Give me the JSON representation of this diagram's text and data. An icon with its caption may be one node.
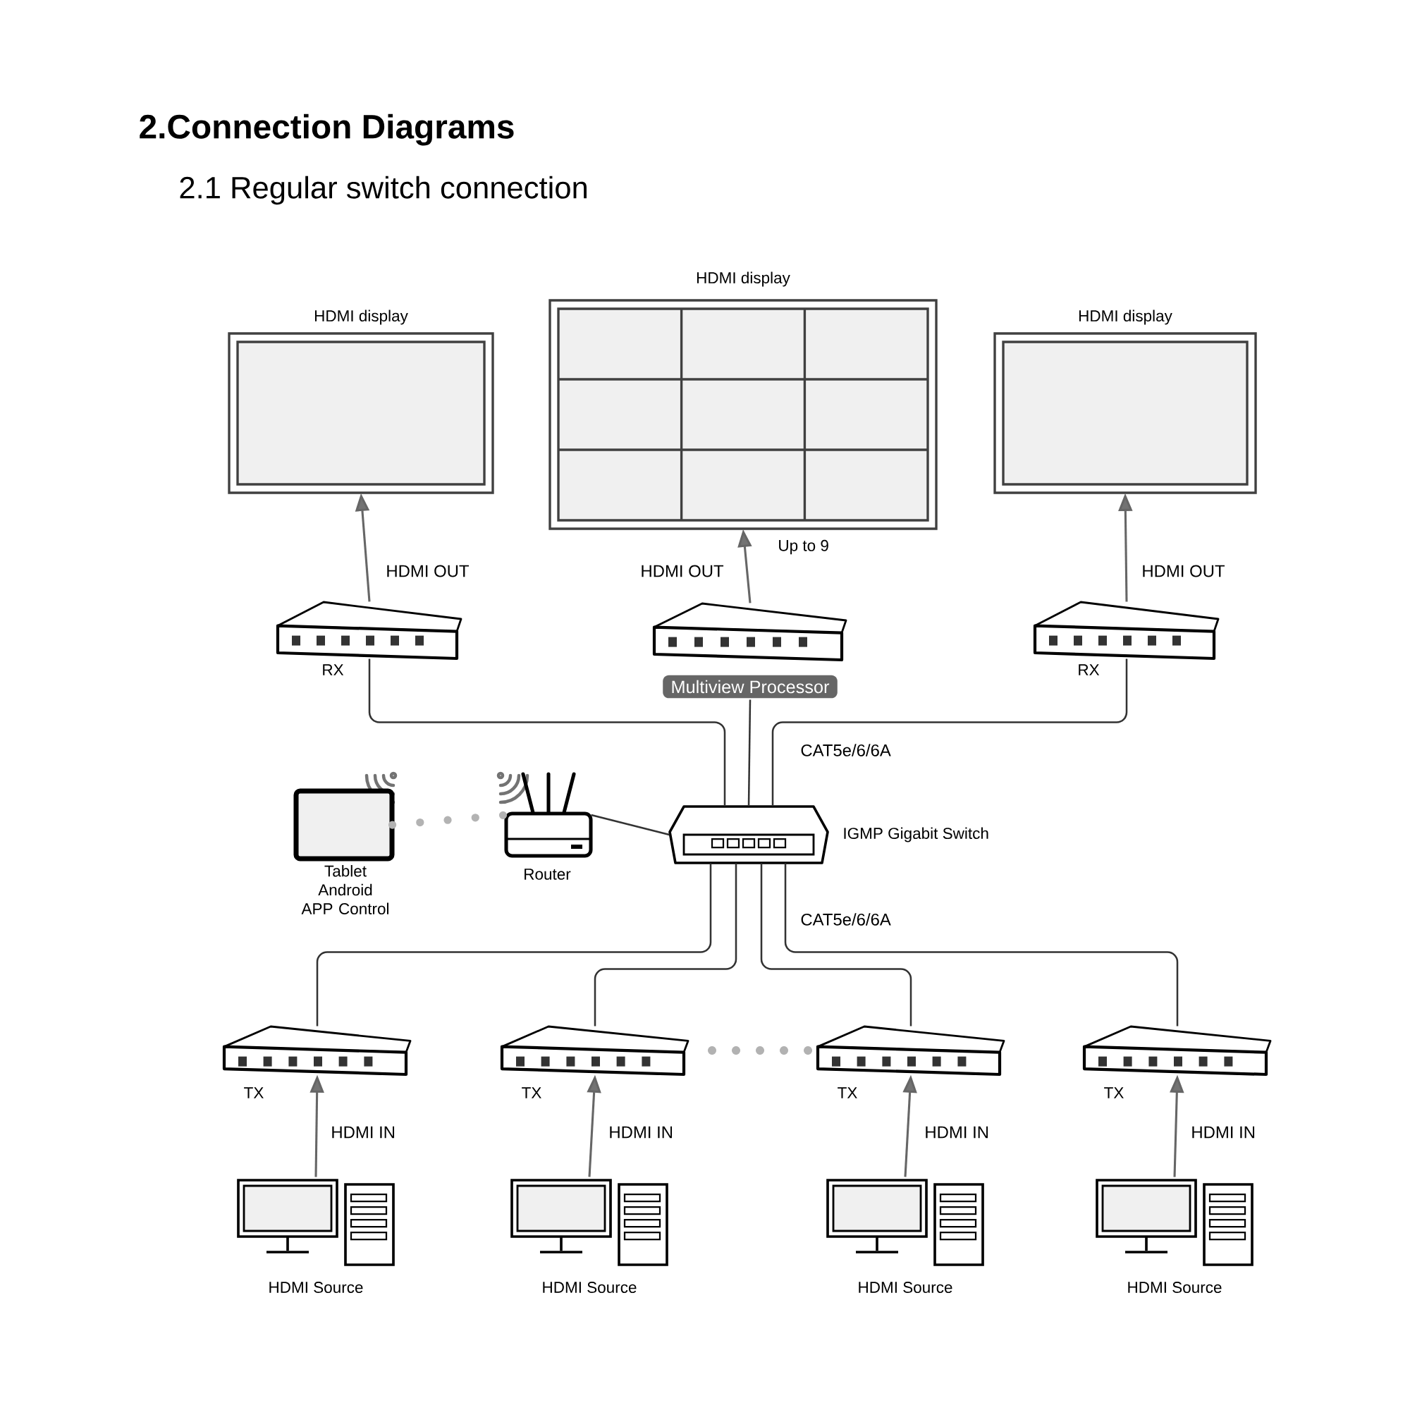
{
  "diagram": {
    "title": "2.Connection Diagrams",
    "nodes": [
      {
        "text": [
          "HDMI display"
        ]
      },
      {
        "text": [
          "HDMI display"
        ]
      },
      {
        "text": [
          "HDMI display"
        ]
      },
      {
        "text": [
          "RX"
        ]
      },
      {
        "text": [
          "Multiview Processor"
        ]
      },
      {
        "text": [
          "RX"
        ]
      },
      {
        "text": [
          "Tablet Android APP Control"
        ]
      },
      {
        "text": [
          "Router"
        ]
      },
      {
        "text": [
          "IGMP Gigabit Switch"
        ]
      },
      {
        "text": [
          "TX"
        ]
      },
      {
        "text": [
          "TX"
        ]
      },
      {
        "text": [
          "TX"
        ]
      },
      {
        "text": [
          "TX"
        ]
      },
      {
        "text": [
          "HDMI Source"
        ]
      },
      {
        "text": [
          "HDMI Source"
        ]
      },
      {
        "text": [
          "HDMI Source"
        ]
      },
      {
        "text": [
          "HDMI Source"
        ]
      }
    ],
    "edges": [
      {
        "from": 3,
        "to": 0,
        "arrow": "to",
        "label": "HDMI OUT"
      },
      {
        "from": 4,
        "to": 1,
        "arrow": "to",
        "label": "HDMI OUT"
      },
      {
        "from": 5,
        "to": 2,
        "arrow": "to",
        "label": "HDMI OUT"
      },
      {
        "from": 3,
        "to": 8,
        "arrow": "none"
      },
      {
        "from": 4,
        "to": 8,
        "arrow": "none"
      },
      {
        "from": 5,
        "to": 8,
        "arrow": "none",
        "label": "CAT5e/6/6A"
      },
      {
        "from": 6,
        "to": 7,
        "arrow": "none",
        "style": "dashed",
        "color": "#b3b3b3"
      },
      {
        "from": 7,
        "to": 8,
        "arrow": "none"
      },
      {
        "from": 8,
        "to": 9,
        "arrow": "none"
      },
      {
        "from": 8,
        "to": 10,
        "arrow": "none"
      },
      {
        "from": 8,
        "to": 11,
        "arrow": "none"
      },
      {
        "from": 8,
        "to": 12,
        "arrow": "none",
        "label": "CAT5e/6/6A"
      },
      {
        "from": 13,
        "to": 9,
        "arrow": "to",
        "label": "HDMI IN"
      },
      {
        "from": 14,
        "to": 10,
        "arrow": "to",
        "label": "HDMI IN"
      },
      {
        "from": 15,
        "to": 11,
        "arrow": "to",
        "label": "HDMI IN"
      },
      {
        "from": 16,
        "to": 12,
        "arrow": "to",
        "label": "HDMI IN"
      }
    ],
    "labels": [
      "2.1 Regular switch connection",
      "Up to 9"
    ]
  }
}
